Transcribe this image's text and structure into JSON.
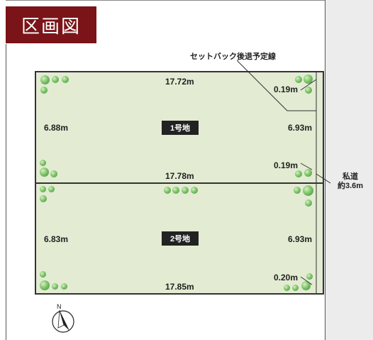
{
  "title": "区画図",
  "setback_label": "セットバック後退予定線",
  "road": {
    "line1": "私道",
    "line2": "約3.6m"
  },
  "lots": [
    {
      "label": "1号地",
      "top": "17.72m",
      "bottom": "17.78m",
      "left": "6.88m",
      "right": "6.93m",
      "setback_top": "0.19m",
      "setback_bottom": "0.19m"
    },
    {
      "label": "2号地",
      "top": "",
      "bottom": "17.85m",
      "left": "6.83m",
      "right": "6.93m",
      "setback_top": "",
      "setback_bottom": "0.20m"
    }
  ],
  "compass": {
    "letter": "N",
    "icon": "north-arrow-icon"
  }
}
